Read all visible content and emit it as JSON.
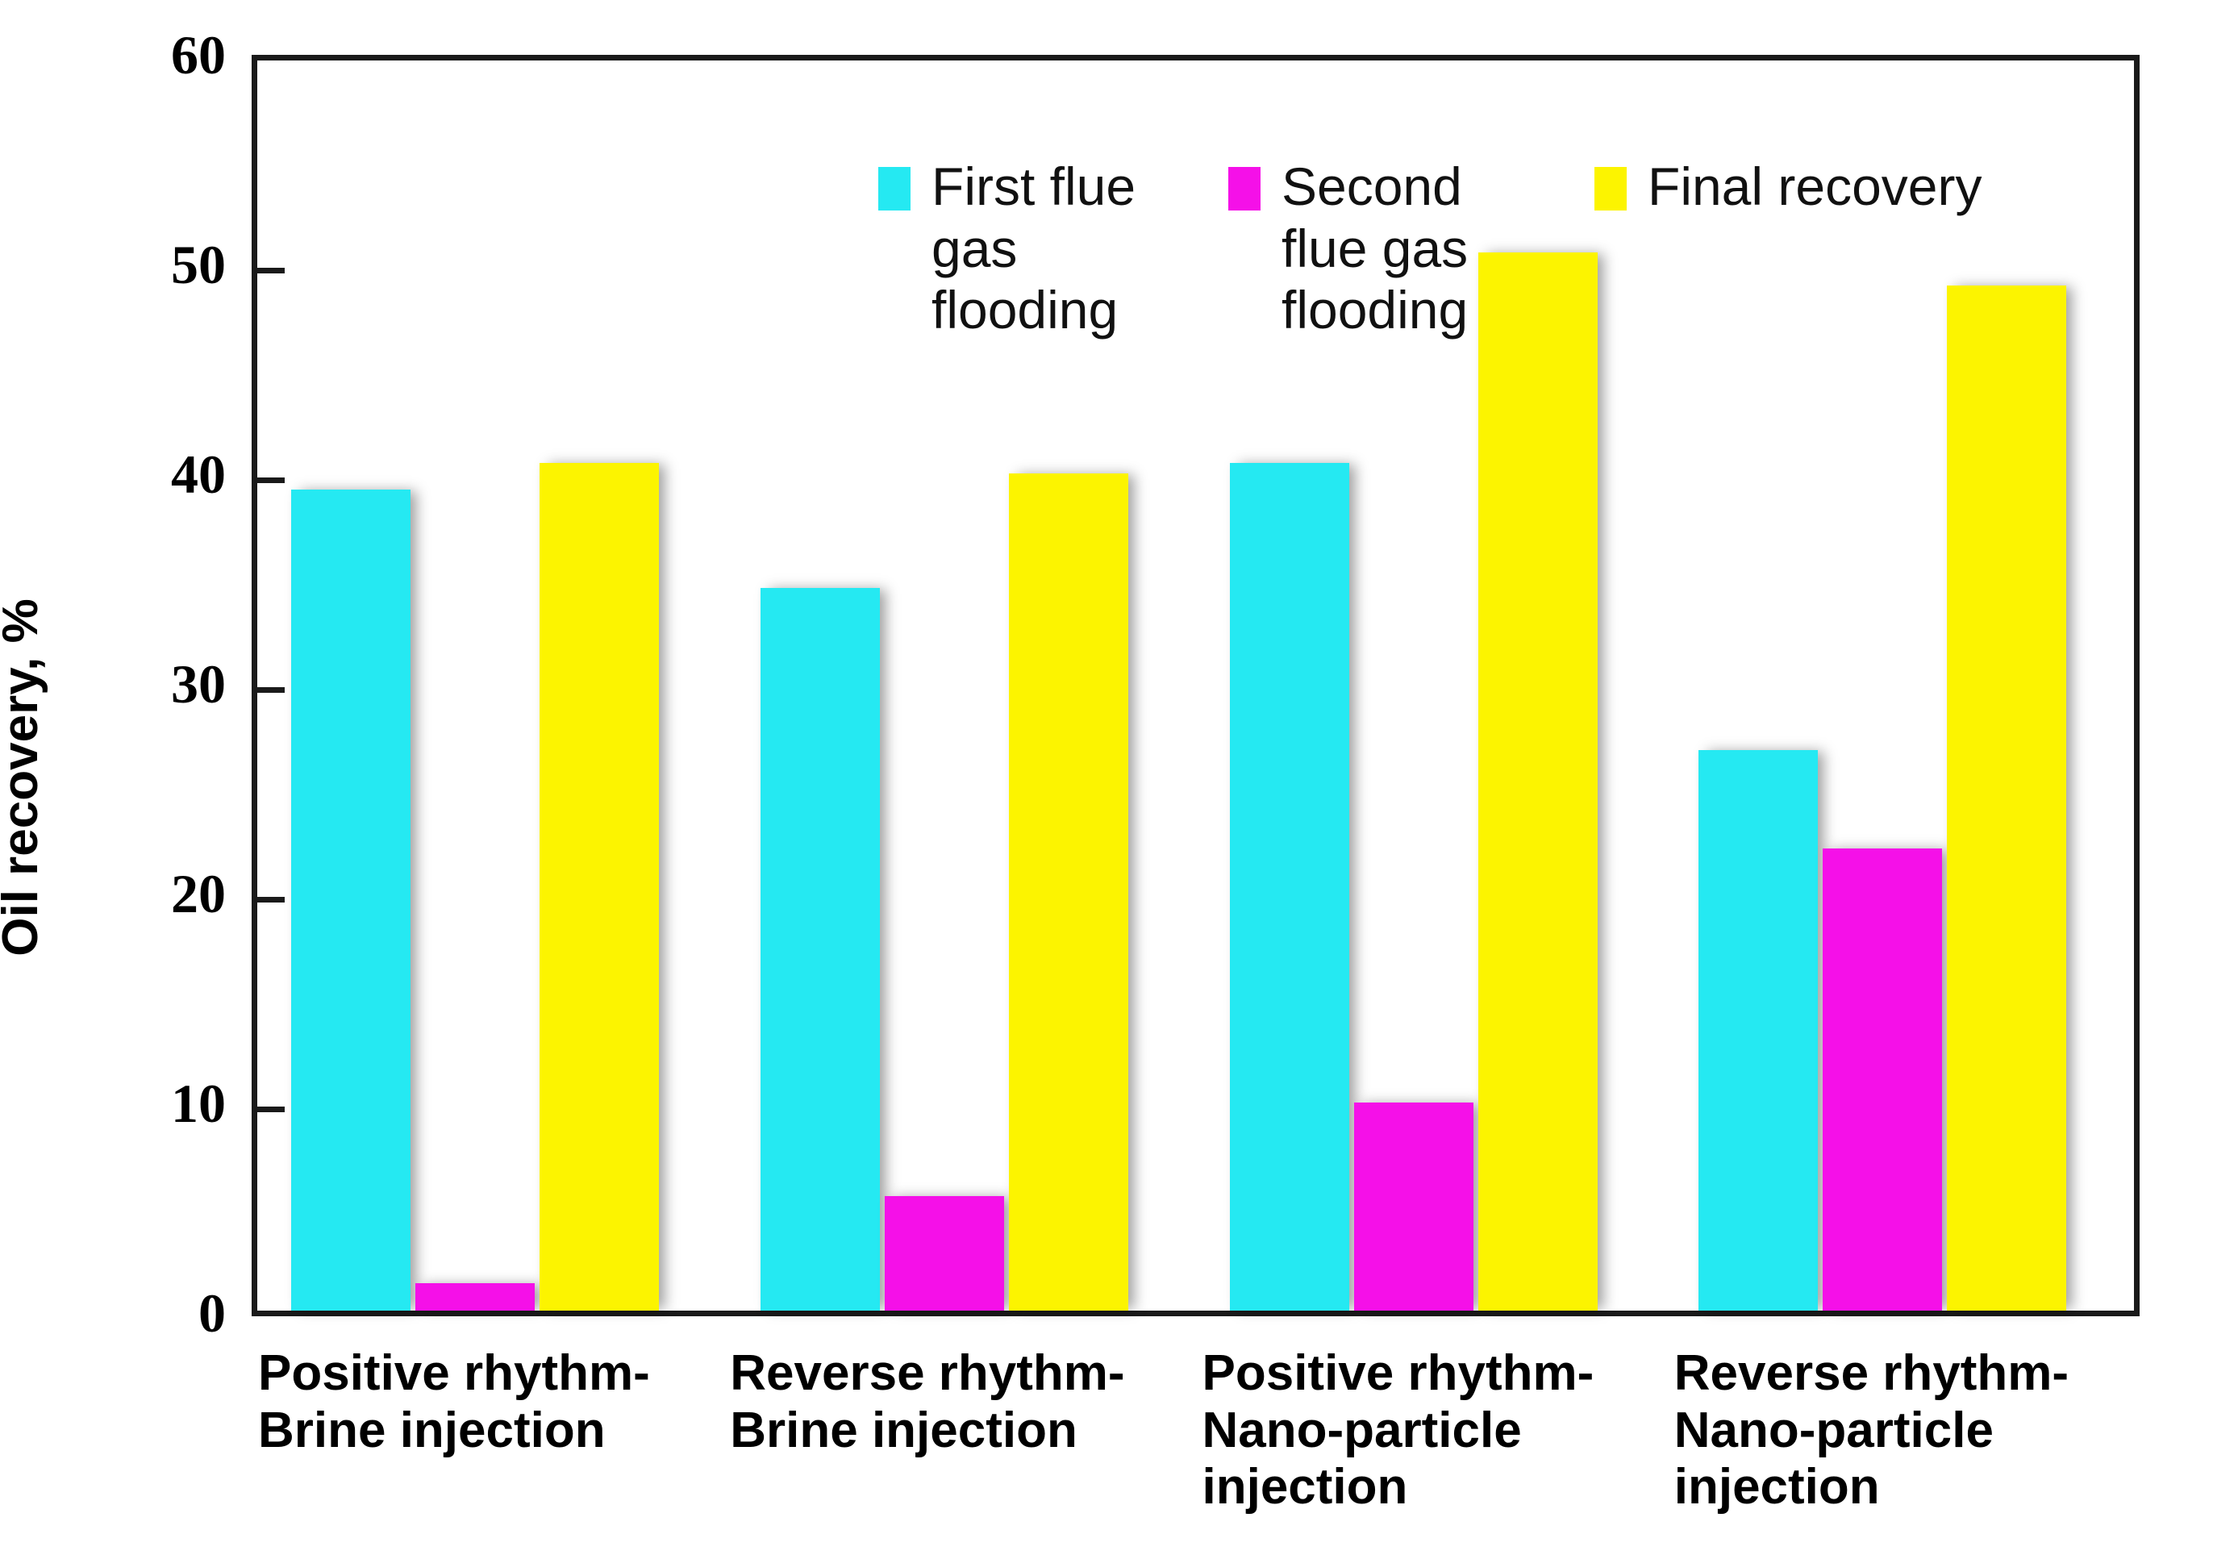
{
  "chart_data": {
    "type": "bar",
    "title": "",
    "xlabel": "",
    "ylabel": "Oil recovery, %",
    "ylim": [
      0,
      60
    ],
    "yticks": [
      0,
      10,
      20,
      30,
      40,
      50,
      60
    ],
    "ytick_labels": [
      "0",
      "10",
      "20",
      "30",
      "40",
      "50",
      "60"
    ],
    "grid": false,
    "legend_position": "top-center-inside",
    "categories": [
      "Positive rhythm-\nBrine injection",
      "Reverse rhythm-\nBrine injection",
      "Positive rhythm-\nNano-particle\ninjection",
      "Reverse rhythm-\nNano-particle\ninjection"
    ],
    "series": [
      {
        "name": "First flue gas flooding",
        "color": "#25e9f2",
        "values": [
          39.4,
          34.7,
          40.7,
          26.9
        ]
      },
      {
        "name": "Second flue gas flooding",
        "color": "#f510e8",
        "values": [
          1.3,
          5.5,
          10.0,
          22.2
        ]
      },
      {
        "name": "Final recovery",
        "color": "#fcf400",
        "values": [
          40.7,
          40.2,
          50.8,
          49.2
        ]
      }
    ]
  },
  "axis": {
    "y_title": "Oil recovery, %",
    "tick_60": "60",
    "tick_50": "50",
    "tick_40": "40",
    "tick_30": "30",
    "tick_20": "20",
    "tick_10": "10",
    "tick_0": "0"
  },
  "legend": {
    "items": [
      {
        "label": "First flue\ngas\nflooding",
        "color": "#25e9f2"
      },
      {
        "label": "Second\nflue gas\nflooding",
        "color": "#f510e8"
      },
      {
        "label": "Final recovery",
        "color": "#fcf400"
      }
    ]
  },
  "xlabels": [
    "Positive rhythm-\nBrine injection",
    "Reverse rhythm-\nBrine injection",
    "Positive rhythm-\nNano-particle\ninjection",
    "Reverse rhythm-\nNano-particle\ninjection"
  ],
  "colors": {
    "first_flue_gas": "#25e9f2",
    "second_flue_gas": "#f510e8",
    "final_recovery": "#fcf400",
    "axis": "#1a1a1a",
    "background": "#ffffff"
  }
}
